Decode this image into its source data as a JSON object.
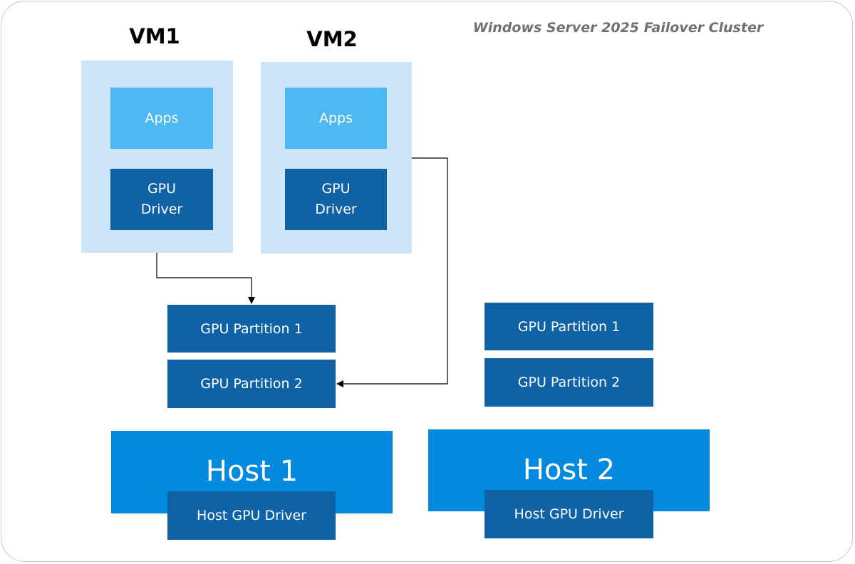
{
  "diagram": {
    "cluster_title": "Windows Server 2025 Failover Cluster",
    "vms": [
      {
        "title": "VM1",
        "apps_label": "Apps",
        "driver_label": "GPU\nDriver"
      },
      {
        "title": "VM2",
        "apps_label": "Apps",
        "driver_label": "GPU\nDriver"
      }
    ],
    "hosts": [
      {
        "label": "Host 1",
        "driver_label": "Host GPU Driver",
        "partitions": [
          "GPU Partition 1",
          "GPU Partition 2"
        ]
      },
      {
        "label": "Host 2",
        "driver_label": "Host GPU Driver",
        "partitions": [
          "GPU Partition 1",
          "GPU Partition 2"
        ]
      }
    ],
    "connections": [
      {
        "from": "VM1",
        "to": "Host 1 / GPU Partition 1"
      },
      {
        "from": "VM2",
        "to": "Host 1 / GPU Partition 2"
      }
    ],
    "colors": {
      "vm_background": "#cde5f7",
      "apps": "#4db8f4",
      "dark_blue": "#0f62a6",
      "host": "#0389dd",
      "title_gray": "#707070"
    }
  }
}
